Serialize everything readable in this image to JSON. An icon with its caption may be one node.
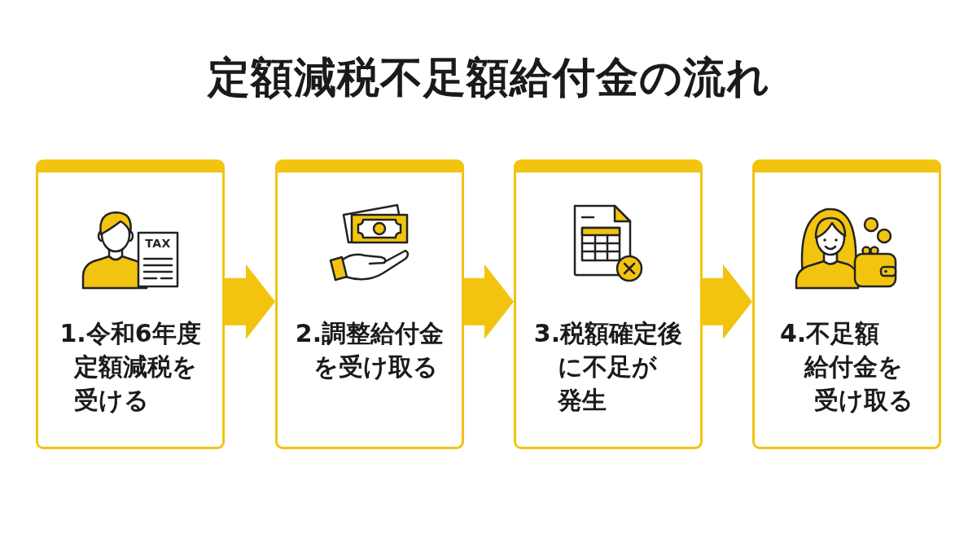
{
  "diagram": {
    "title": "定額減税不足額給付金の流れ",
    "nodes": [
      {
        "text": [
          "1.令和6年度定額減税を受ける"
        ]
      },
      {
        "text": [
          "2.調整給付金を受け取る"
        ]
      },
      {
        "text": [
          "3.税額確定後に不足が発生"
        ]
      },
      {
        "text": [
          "4.不足額給付金を受け取る"
        ]
      }
    ],
    "edges": [
      {
        "from": 0,
        "to": 1,
        "arrow": "to"
      },
      {
        "from": 1,
        "to": 2,
        "arrow": "to"
      },
      {
        "from": 2,
        "to": 3,
        "arrow": "to"
      }
    ],
    "labels": [
      "TAX"
    ]
  }
}
